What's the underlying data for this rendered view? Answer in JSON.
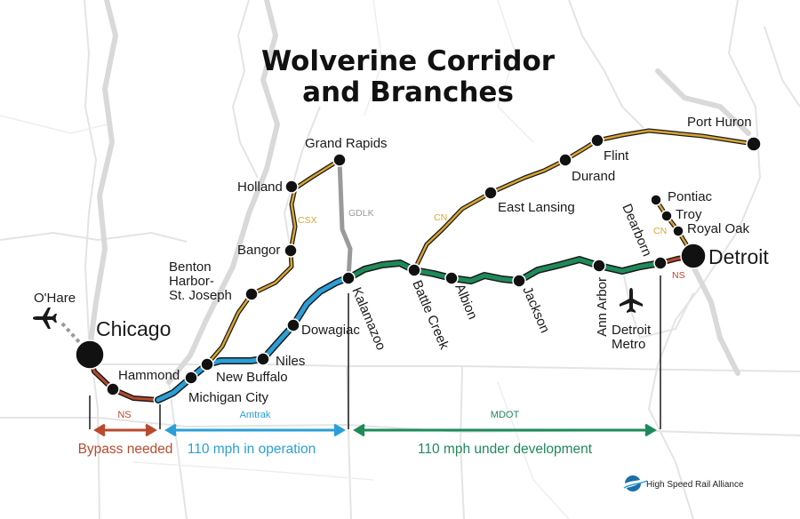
{
  "title": {
    "line1": "Wolverine Corridor",
    "line2": "and Branches"
  },
  "colors": {
    "amtrak": "#2a9fd8",
    "mdot": "#1e8a5a",
    "cn_csx": "#d9a531",
    "gdlk": "#9a9a9a",
    "ns": "#b84a2e",
    "map_background_lines": "#e6e6e6"
  },
  "cities": {
    "chicago": "Chicago",
    "ohare": "O'Hare",
    "hammond": "Hammond",
    "michigan_city": "Michigan City",
    "new_buffalo": "New Buffalo",
    "niles": "Niles",
    "dowagiac": "Dowagiac",
    "kalamazoo": "Kalamazoo",
    "battle_creek": "Battle Creek",
    "albion": "Albion",
    "jackson": "Jackson",
    "ann_arbor": "Ann Arbor",
    "dearborn": "Dearborn",
    "detroit": "Detroit",
    "detroit_metro": "Detroit\nMetro",
    "royal_oak": "Royal Oak",
    "troy": "Troy",
    "pontiac": "Pontiac",
    "east_lansing": "East Lansing",
    "durand": "Durand",
    "flint": "Flint",
    "port_huron": "Port Huron",
    "grand_rapids": "Grand Rapids",
    "holland": "Holland",
    "bangor": "Bangor",
    "benton_harbor": "Benton\nHarbor-\nSt. Joseph"
  },
  "owners": {
    "ns_west": "NS",
    "ns_east": "NS",
    "amtrak": "Amtrak",
    "mdot": "MDOT",
    "cn_east": "CN",
    "cn_pontiac": "CN",
    "csx": "CSX",
    "gdlk": "GDLK"
  },
  "segments": {
    "bypass": "Bypass needed",
    "in_operation": "110 mph in operation",
    "under_development": "110 mph under development"
  },
  "icons": {
    "airport": "airplane-icon",
    "logo": "high-speed-rail-swoosh-icon"
  },
  "logo": {
    "text": "High Speed Rail Alliance"
  }
}
